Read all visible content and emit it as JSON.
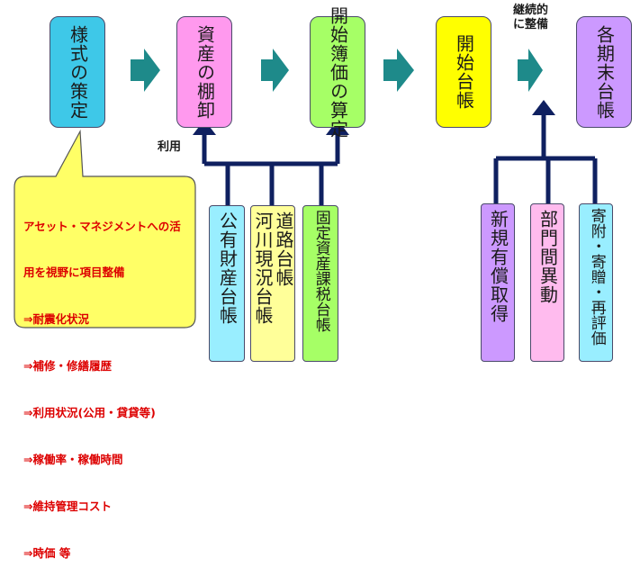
{
  "top_row": [
    {
      "id": "style",
      "text": "様式の策定",
      "color": "#3ec8e8"
    },
    {
      "id": "inventory",
      "text": "資産の棚卸",
      "color": "#ff99ee"
    },
    {
      "id": "opening-valuation",
      "text": "開始簿価の算定",
      "color": "#a6ff66"
    },
    {
      "id": "opening-ledger",
      "text": "開始台帳",
      "color": "#ffff00"
    },
    {
      "id": "period-end-ledger",
      "text": "各期末台帳",
      "color": "#cc99ff"
    }
  ],
  "labels": {
    "use": "利用",
    "continuous": "継続的\nに整備"
  },
  "callout": {
    "lines": [
      "アセット・マネジメントへの活",
      "用を視野に項目整備",
      "⇒耐震化状況",
      "⇒補修・修繕履歴",
      "⇒利用状況(公用・貸貸等)",
      "⇒稼働率・稼働時間",
      "⇒維持管理コスト",
      "⇒時価 等"
    ],
    "color": "#ffff66"
  },
  "source_ledgers": [
    {
      "id": "public-property",
      "text": "公有財産台帳",
      "color": "#99eeff"
    },
    {
      "id": "road-river",
      "text": "道路台帳\n河川現況台帳",
      "color": "#ffff99"
    },
    {
      "id": "fixed-asset-tax",
      "text": "固定資産課税台帳",
      "color": "#a6ff66"
    }
  ],
  "change_sources": [
    {
      "id": "new-acquisition",
      "text": "新規有償取得",
      "color": "#cc99ff"
    },
    {
      "id": "dept-transfer",
      "text": "部門間異動",
      "color": "#ffbbee"
    },
    {
      "id": "donation-revaluation",
      "text": "寄附・寄贈・再評価",
      "color": "#99eeff"
    }
  ],
  "colors": {
    "connector": "#0f2060",
    "arrow": "#1e8a8a"
  }
}
